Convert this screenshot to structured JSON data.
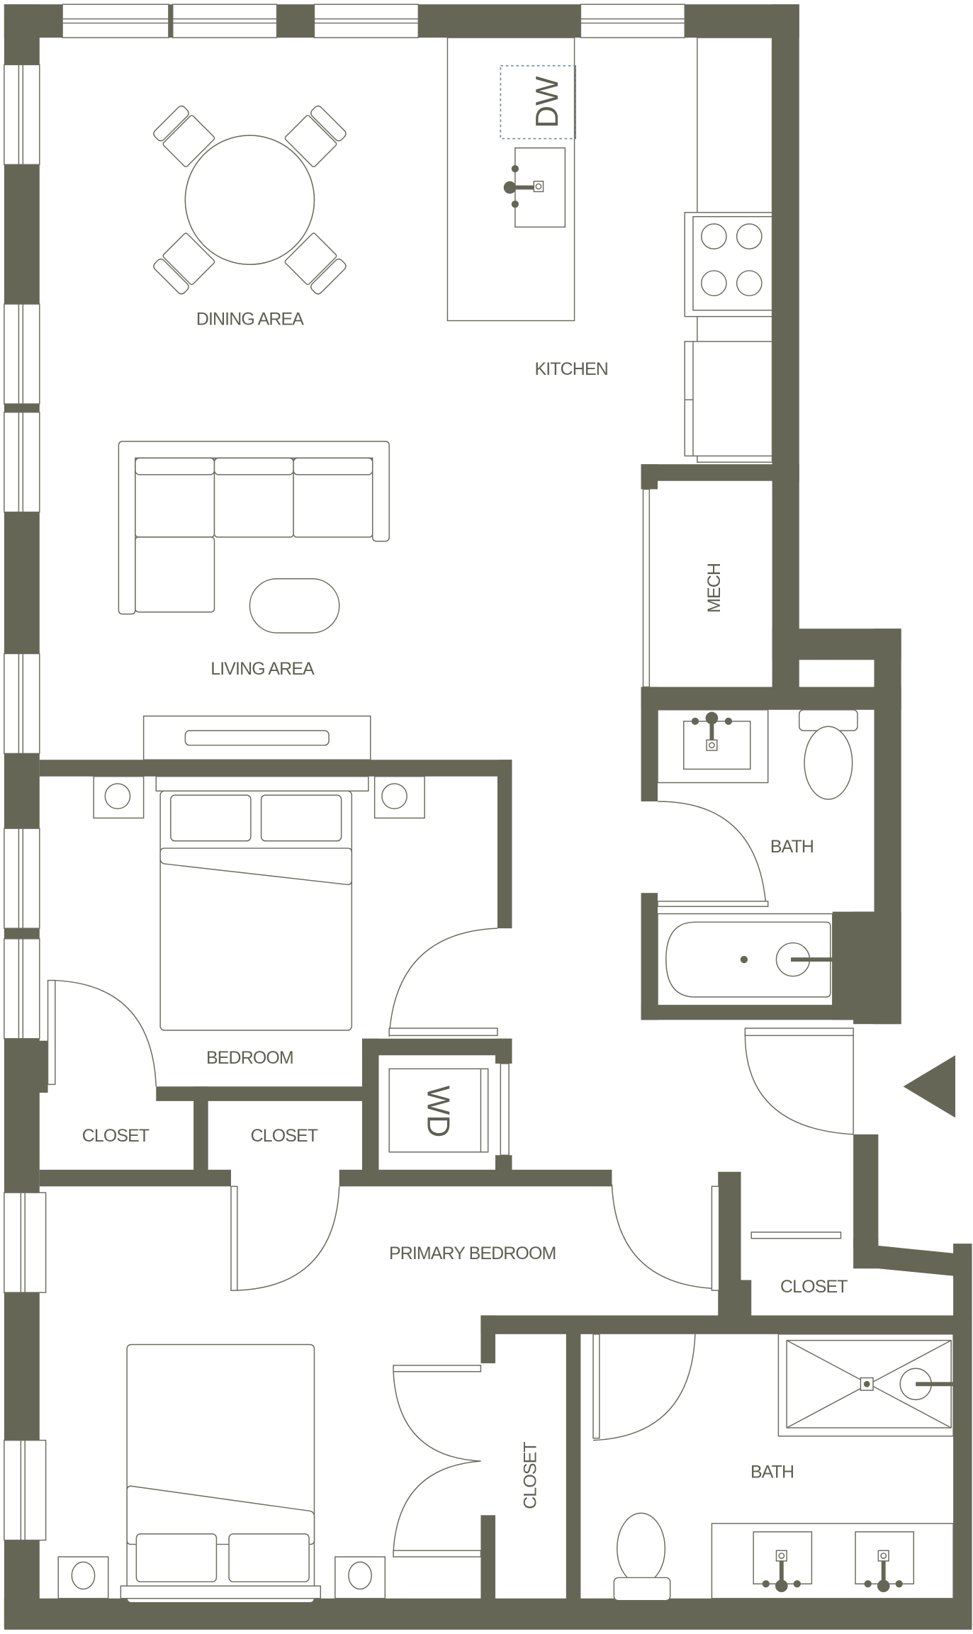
{
  "plan": {
    "type": "apartment floor plan",
    "colors": {
      "wall": "#656656",
      "line": "#6c6c60",
      "label": "#5e5f52",
      "dishwasher_outline": "#7d91a6"
    },
    "rooms": {
      "dining": "DINING AREA",
      "kitchen": "KITCHEN",
      "living": "LIVING AREA",
      "mech": "MECH",
      "bath1": "BATH",
      "bedroom": "BEDROOM",
      "closet_bed_left": "CLOSET",
      "closet_bed_right": "CLOSET",
      "primary": "PRIMARY BEDROOM",
      "closet_entry": "CLOSET",
      "closet_primary": "CLOSET",
      "bath2": "BATH"
    },
    "appliances": {
      "dishwasher": "DW",
      "washer_dryer": "WD"
    },
    "entry_marker": "entry-arrow"
  }
}
